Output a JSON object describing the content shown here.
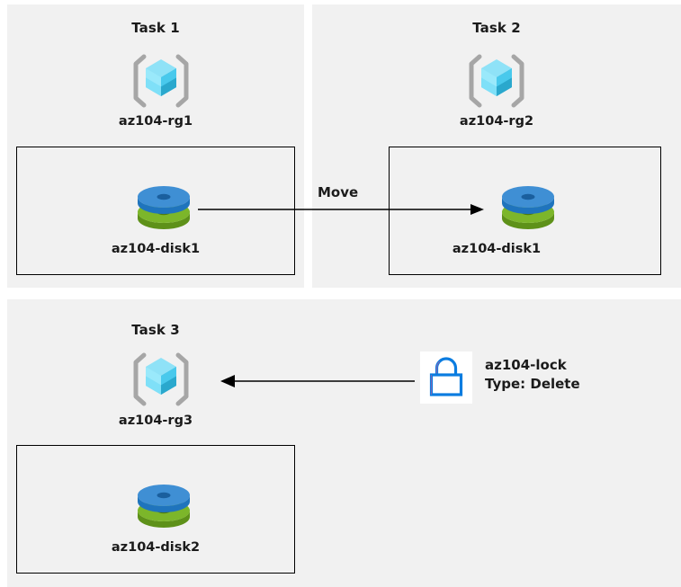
{
  "diagram": {
    "title_text_color": "#1b1b1b",
    "panel_bg": "#f1f1f1",
    "page_bg": "#ffffff",
    "line_color": "#000000",
    "panels": [
      {
        "id": "task1",
        "title": "Task 1",
        "resource_group": {
          "label": "az104-rg1",
          "icon": "resource-group-cube-icon"
        },
        "resource": {
          "label": "az104-disk1",
          "icon": "managed-disk-icon"
        }
      },
      {
        "id": "task2",
        "title": "Task 2",
        "resource_group": {
          "label": "az104-rg2",
          "icon": "resource-group-cube-icon"
        },
        "resource": {
          "label": "az104-disk1",
          "icon": "managed-disk-icon"
        }
      },
      {
        "id": "task3",
        "title": "Task 3",
        "resource_group": {
          "label": "az104-rg3",
          "icon": "resource-group-cube-icon"
        },
        "resource": {
          "label": "az104-disk2",
          "icon": "managed-disk-icon"
        }
      }
    ],
    "connectors": [
      {
        "id": "move-connector",
        "label": "Move",
        "direction": "right",
        "from": "az104-disk1 in az104-rg1",
        "to": "az104-disk1 in az104-rg2"
      },
      {
        "id": "lock-connector",
        "label": "",
        "direction": "left",
        "from": "az104-lock",
        "to": "az104-rg3"
      }
    ],
    "lock": {
      "icon": "padlock-icon",
      "name": "az104-lock",
      "type_line": "Type: Delete",
      "icon_stroke_color": "#0a7ce0",
      "icon_bg": "#ffffff"
    },
    "icon_colors": {
      "cube_bracket": "#a6a6a6",
      "cube_top_left": "#8fe2f7",
      "cube_top_right": "#6fd7f2",
      "cube_left": "#4ecdf2",
      "cube_right": "#2fb6d9",
      "cube_bottom_left": "#9fe6fa",
      "cube_bottom_right": "#41c4ea",
      "disk_blue_top": "#3f8fd4",
      "disk_blue_side": "#1f74bd",
      "disk_blue_hole": "#1a5f9e",
      "disk_green_top": "#7cb62a",
      "disk_green_side": "#5e9119",
      "disk_green_hole": "#4d7a12"
    }
  }
}
